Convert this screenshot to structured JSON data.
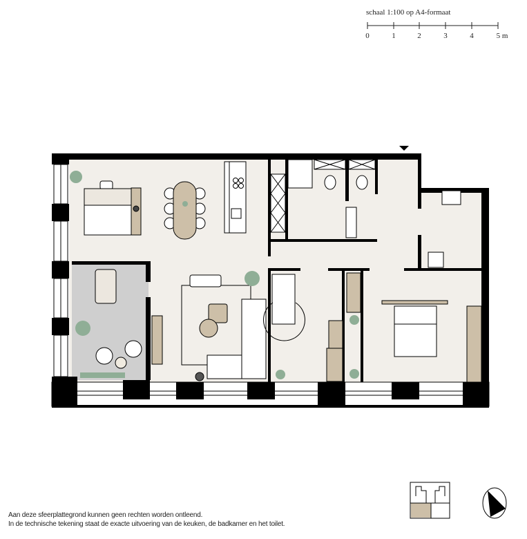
{
  "scale": {
    "title": "schaal 1:100 op A4-formaat",
    "ticks": [
      "0",
      "1",
      "2",
      "3",
      "4",
      "5 m"
    ]
  },
  "disclaimer": {
    "line1": "Aan deze sfeerplattegrond kunnen geen rechten worden ontleend.",
    "line2": "In de technische tekening staat de exacte uitvoering van de keuken, de badkamer en het toilet."
  },
  "colors": {
    "floor": "#f2efea",
    "wall": "#000000",
    "wood": "#cdbfa8",
    "study_floor": "#cfcfcf",
    "plant": "#8fae96",
    "keyplan_highlight": "#cdbfa8"
  },
  "icons": {
    "entrance": "entrance-triangle-icon",
    "north_arrow": "north-arrow-icon",
    "keyplan": "building-keyplan-icon"
  }
}
